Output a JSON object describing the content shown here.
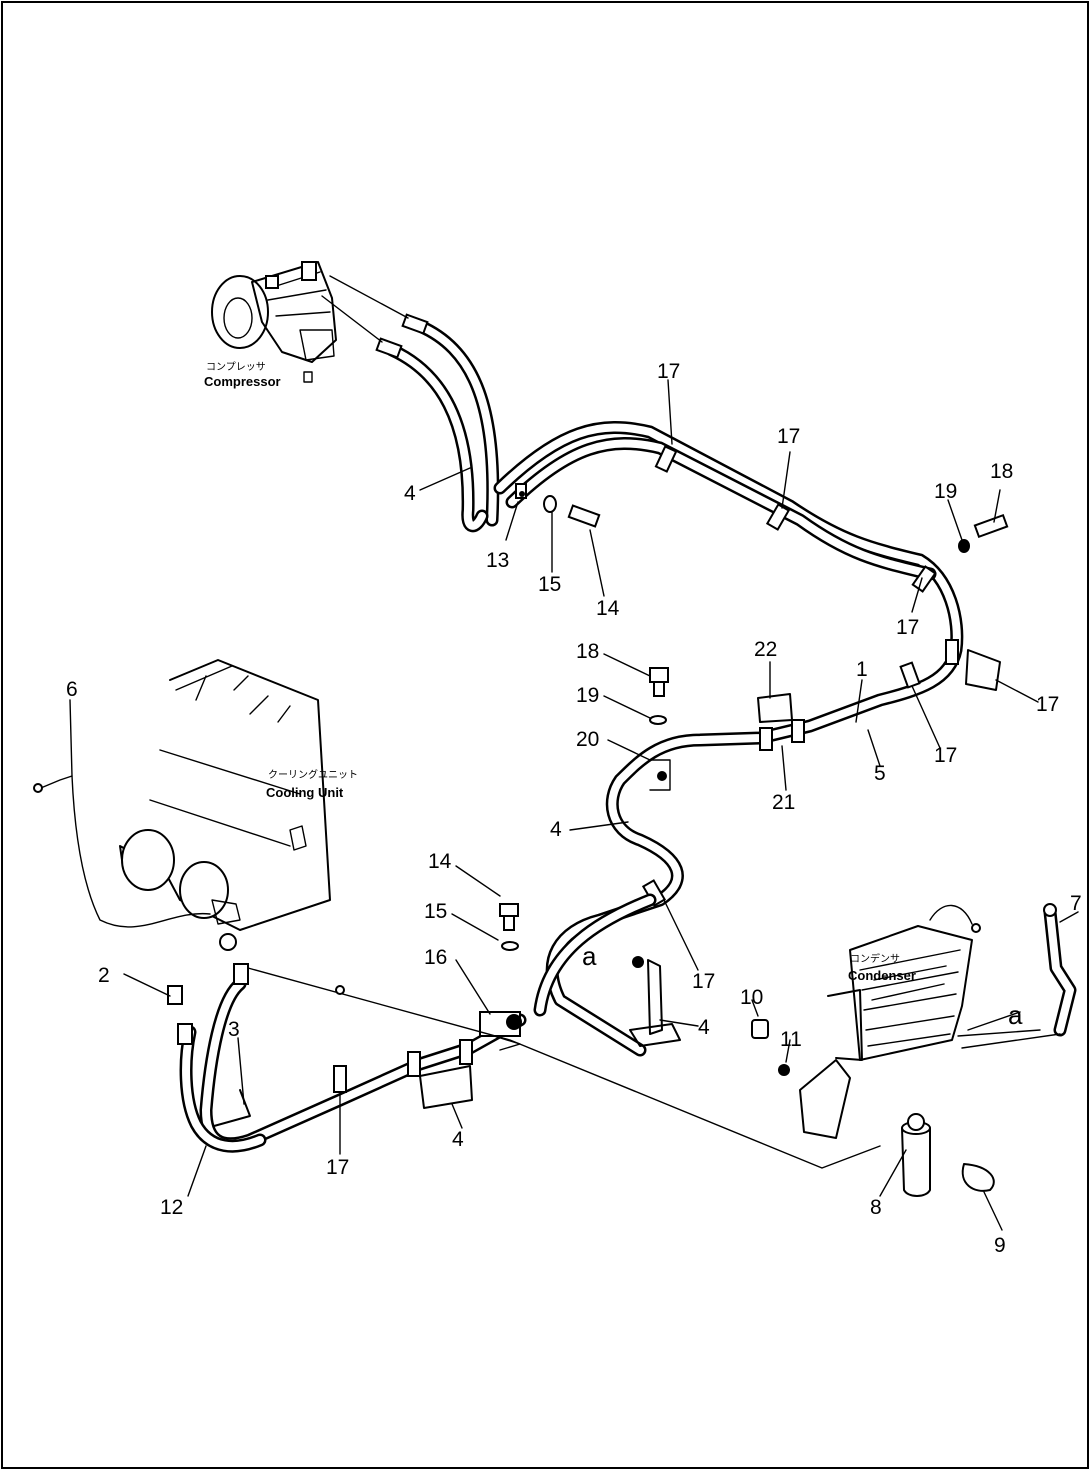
{
  "components": {
    "compressor": {
      "jp": "コンプレッサ",
      "en": "Compressor"
    },
    "cooling_unit": {
      "jp": "クーリングユニット",
      "en": "Cooling Unit"
    },
    "condenser": {
      "jp": "コンデンサ",
      "en": "Condenser"
    }
  },
  "connection_marker": "a",
  "callouts": [
    "17",
    "17",
    "4",
    "13",
    "15",
    "14",
    "19",
    "18",
    "17",
    "18",
    "19",
    "20",
    "22",
    "1",
    "17",
    "17",
    "5",
    "21",
    "6",
    "4",
    "14",
    "15",
    "16",
    "17",
    "7",
    "a",
    "a",
    "4",
    "10",
    "11",
    "2",
    "3",
    "4",
    "17",
    "12",
    "8",
    "9"
  ]
}
